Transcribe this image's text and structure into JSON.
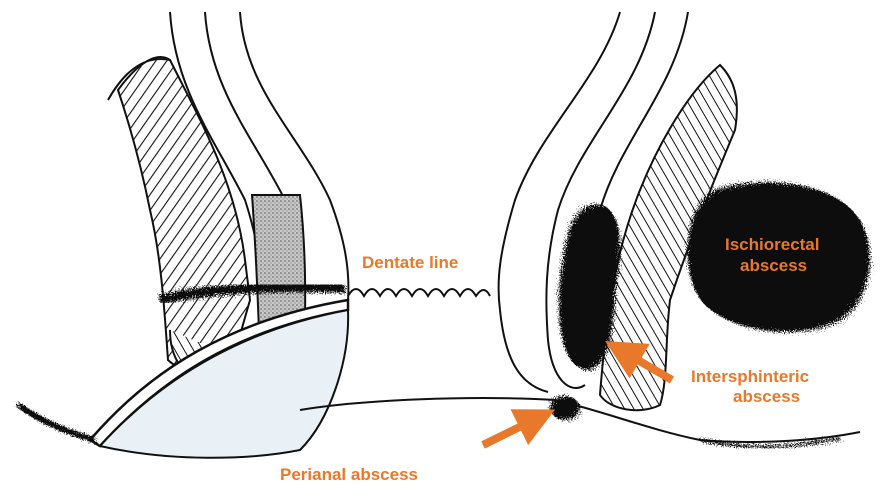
{
  "labels": {
    "dentate_line": "Dentate line",
    "ischiorectal_line1": "Ischiorectal",
    "ischiorectal_line2": "abscess",
    "intersphinteric_line1": "Intersphinteric",
    "intersphinteric_line2": "abscess",
    "perianal": "Perianal abscess"
  },
  "colors": {
    "label": "#e8782a",
    "arrow": "#e8782a",
    "ink": "#111111",
    "abscess": "#0a0a0a",
    "stipple": "#9a9a9a",
    "skin_fill": "#e9f1f6"
  }
}
